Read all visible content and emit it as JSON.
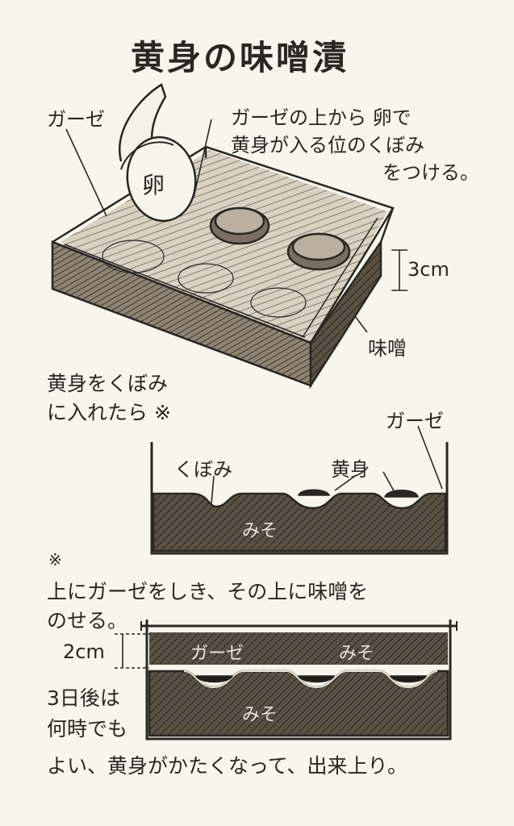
{
  "title": "黄身の味噌漬",
  "fig1": {
    "gauze": "ガーゼ",
    "egg": "卵",
    "instruction_line1": "ガーゼの上から 卵で",
    "instruction_line2": "黄身が入る位のくぼみ",
    "instruction_line3": "をつける。",
    "depth": "3cm",
    "miso": "味噌"
  },
  "step2": {
    "line1": "黄身をくぼみ",
    "line2": "に入れたら ※"
  },
  "fig2": {
    "gauze": "ガーゼ",
    "hollow": "くぼみ",
    "yolk": "黄身",
    "miso": "みそ"
  },
  "note": {
    "mark": "※",
    "line1": "上にガーゼをしき、その上に味噌を",
    "line2": "のせる。"
  },
  "fig3": {
    "depth": "2cm",
    "gauze": "ガーゼ",
    "miso_top": "みそ",
    "miso_bottom": "みそ"
  },
  "final": {
    "line1": "3日後は",
    "line2": "何時でも",
    "line3": "よい、黄身がかたくなって、出来上り。"
  }
}
